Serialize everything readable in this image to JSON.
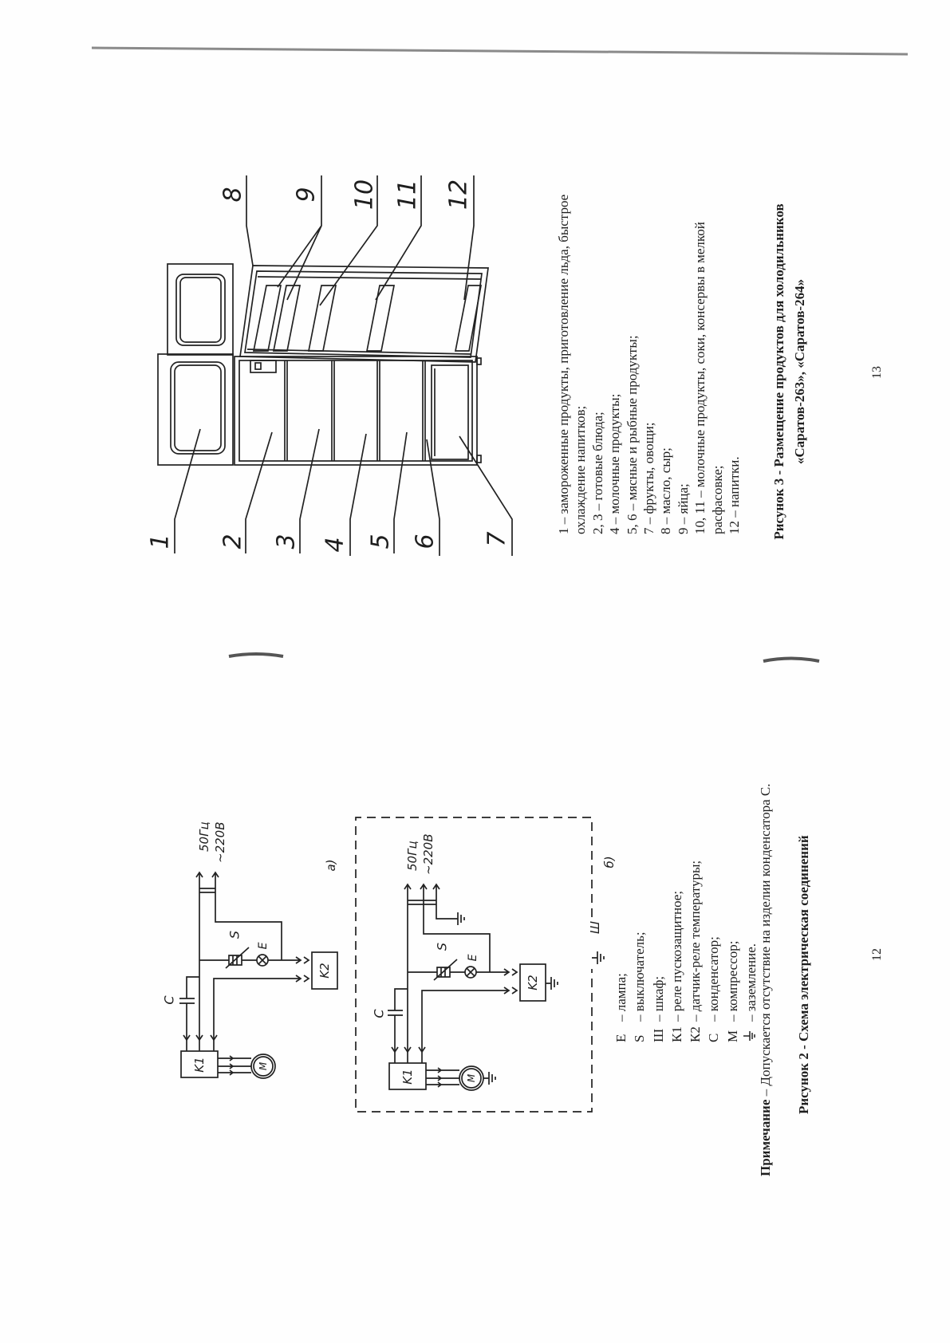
{
  "page12": {
    "circuit_a": {
      "tag": "а)",
      "c": "C",
      "s": "S",
      "e": "E",
      "k1": "K1",
      "k2": "K2",
      "m": "M",
      "freq": "50Гц",
      "voltage": "~220В"
    },
    "circuit_b": {
      "tag": "б)",
      "c": "C",
      "s": "S",
      "e": "E",
      "k1": "K1",
      "k2": "K2",
      "m": "M",
      "freq": "50Гц",
      "voltage": "~220В",
      "cabinet": "Ш"
    },
    "legend": [
      {
        "key": "Е",
        "text": "– лампа;"
      },
      {
        "key": "S",
        "text": "– выключатель;"
      },
      {
        "key": "Ш",
        "text": "– шкаф;"
      },
      {
        "key": "К1",
        "text": "– реле пускозащитное;"
      },
      {
        "key": "К2",
        "text": "– датчик-реле температуры;"
      },
      {
        "key": "С",
        "text": "– конденсатор;"
      },
      {
        "key": "М",
        "text": "– компрессор;"
      },
      {
        "key_icon": "ground-icon",
        "text": "– заземление."
      }
    ],
    "note": {
      "label": "Примечание",
      "text": " – Допускается отсутствие на изделии конденсатора С."
    },
    "caption": "Рисунок 2 - Схема электрическая соединений",
    "page_number": "12"
  },
  "page13": {
    "callouts": [
      "1",
      "2",
      "3",
      "4",
      "5",
      "6",
      "7",
      "8",
      "9",
      "10",
      "11",
      "12"
    ],
    "legend": [
      "1 – замороженные продукты, приготовление льда, быстрое охлаждение напитков;",
      "2, 3 – готовые блюда;",
      "4 – молочные продукты;",
      "5, 6 – мясные и рыбные продукты;",
      "7 – фрукты, овощи;",
      "8 – масло, сыр;",
      "9 – яйца;",
      "10, 11 – молочные продукты, соки, консервы в мелкой расфасовке;",
      "12 – напитки."
    ],
    "caption": {
      "line1": "Рисунок 3 - Размещение продуктов для холодильников",
      "line2": "«Саратов-263», «Саратов-264»"
    },
    "page_number": "13"
  }
}
